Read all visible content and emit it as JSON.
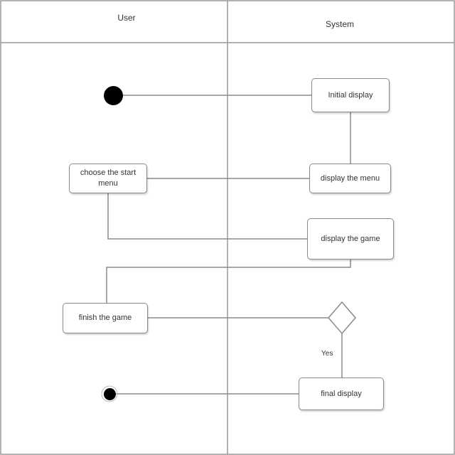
{
  "lanes": {
    "left_title": "User",
    "right_title": "System"
  },
  "nodes": {
    "initial_display": "Initial display",
    "choose_start_menu": "choose the start menu",
    "display_menu": "display the menu",
    "display_game": "display the game",
    "finish_game": "finish the game",
    "final_display": "final display"
  },
  "edges": {
    "yes_label": "Yes"
  },
  "colors": {
    "line": "#8a8a8a",
    "border": "#8a8a8a",
    "node_fill": "#ffffff",
    "start_end": "#000000"
  }
}
